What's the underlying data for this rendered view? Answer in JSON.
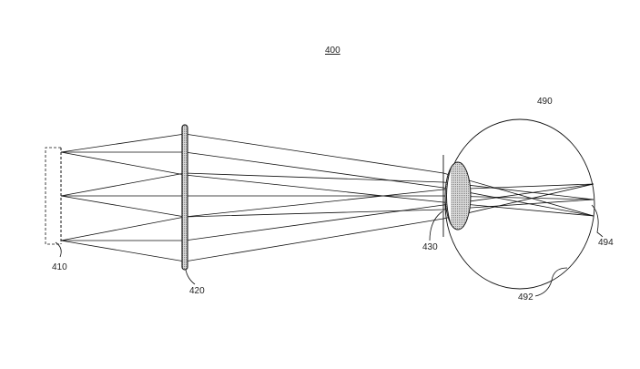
{
  "figure": {
    "number": "400",
    "labels": {
      "source": "410",
      "lens": "420",
      "pupil": "430",
      "eye": "490",
      "eye_wall": "492",
      "retina": "494"
    }
  }
}
